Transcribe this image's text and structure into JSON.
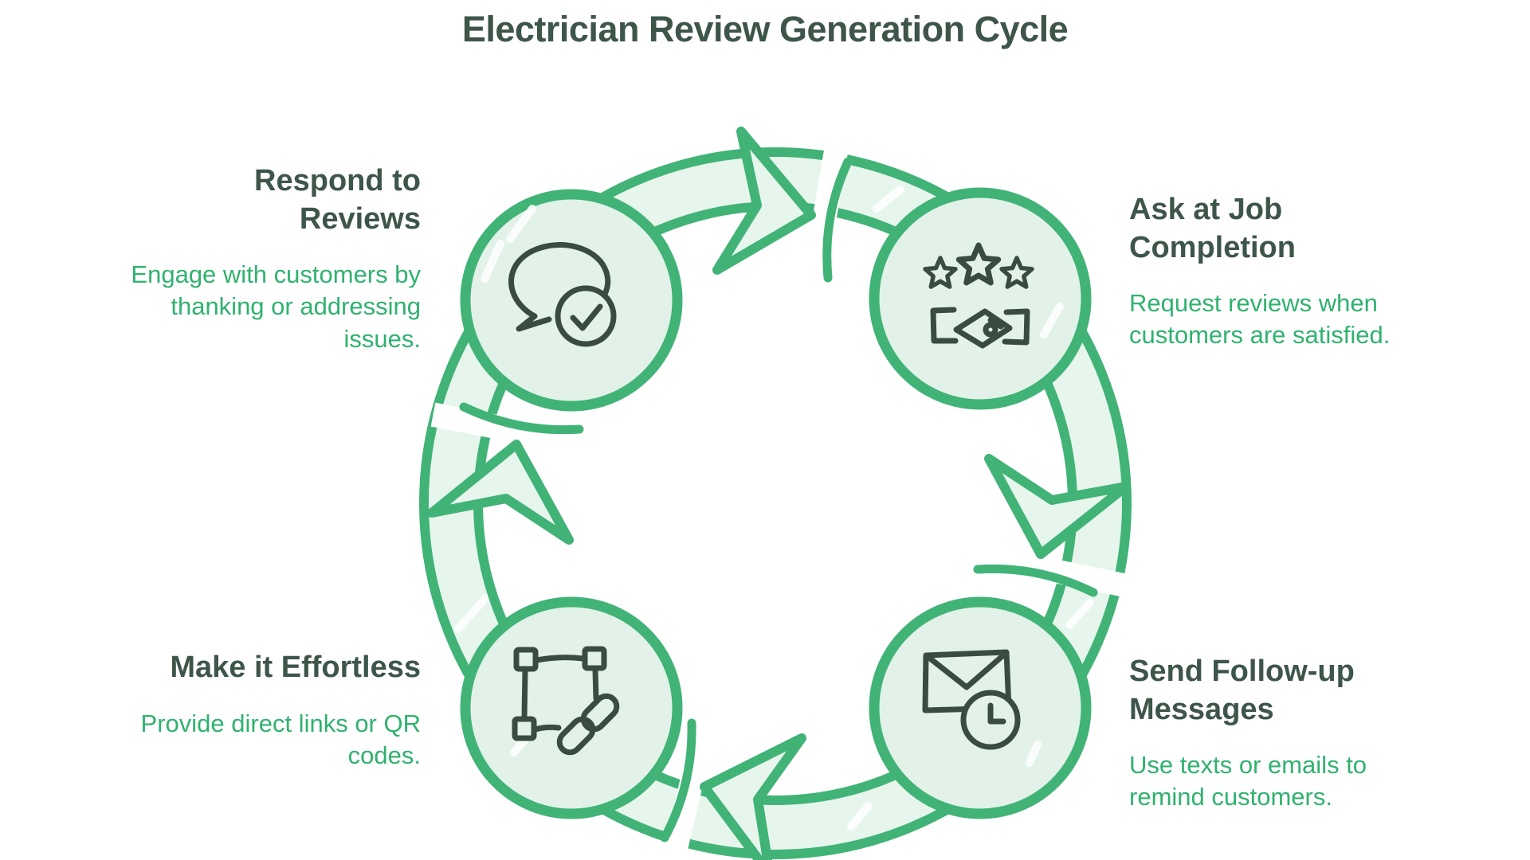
{
  "title": "Electrician Review Generation Cycle",
  "colors": {
    "accent": "#41b377",
    "band_fill": "#e7f6ed",
    "node_fill": "#e2f2e8",
    "heading": "#3e5549",
    "desc": "#30b26f",
    "icon": "#3a4c41",
    "background": "#ffffff"
  },
  "diagram": {
    "flow_direction": "clockwise",
    "arrow_count": 4
  },
  "steps": [
    {
      "id": "respond",
      "position": "top-left",
      "icon": "chat-check-icon",
      "title": "Respond to\nReviews",
      "desc": "Engage with customers by\nthanking or addressing\nissues."
    },
    {
      "id": "ask",
      "position": "top-right",
      "icon": "stars-handshake-icon",
      "title": "Ask at Job\nCompletion",
      "desc": "Request reviews when\ncustomers are satisfied."
    },
    {
      "id": "follow-up",
      "position": "bottom-right",
      "icon": "envelope-clock-icon",
      "title": "Send Follow-up\nMessages",
      "desc": "Use texts or emails to\nremind customers."
    },
    {
      "id": "effortless",
      "position": "bottom-left",
      "icon": "link-frame-icon",
      "title": "Make it Effortless",
      "desc": "Provide direct links or QR\ncodes."
    }
  ]
}
